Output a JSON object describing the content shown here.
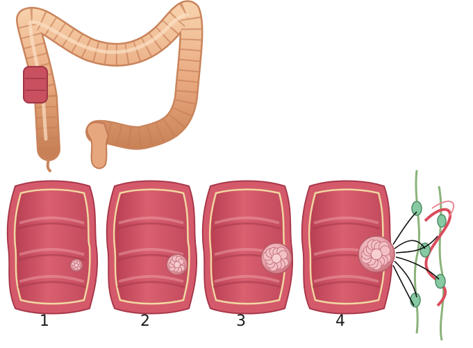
{
  "stages": [
    {
      "label": "1",
      "tumor_size": 1
    },
    {
      "label": "2",
      "tumor_size": 2
    },
    {
      "label": "3",
      "tumor_size": 3
    },
    {
      "label": "4",
      "tumor_size": 4
    }
  ],
  "colors": {
    "colon_outer": "#e7a77e",
    "colon_inner": "#f4c7a2",
    "colon_shadow": "#c97f58",
    "tumor_site": "#c9505f",
    "segment_wall": "#d9606d",
    "segment_lumen": "#c7485a",
    "segment_fold": "#e8808a",
    "segment_lining": "#f1d7a1",
    "tumor": "#e59aa3",
    "lymph_node": "#86c9a3",
    "lymph_vessel": "#8ab27a",
    "vessel_red": "#d94c5c",
    "invasion_line": "#111111"
  },
  "icons": [
    "colon-illustration",
    "lymph-network-icon"
  ]
}
